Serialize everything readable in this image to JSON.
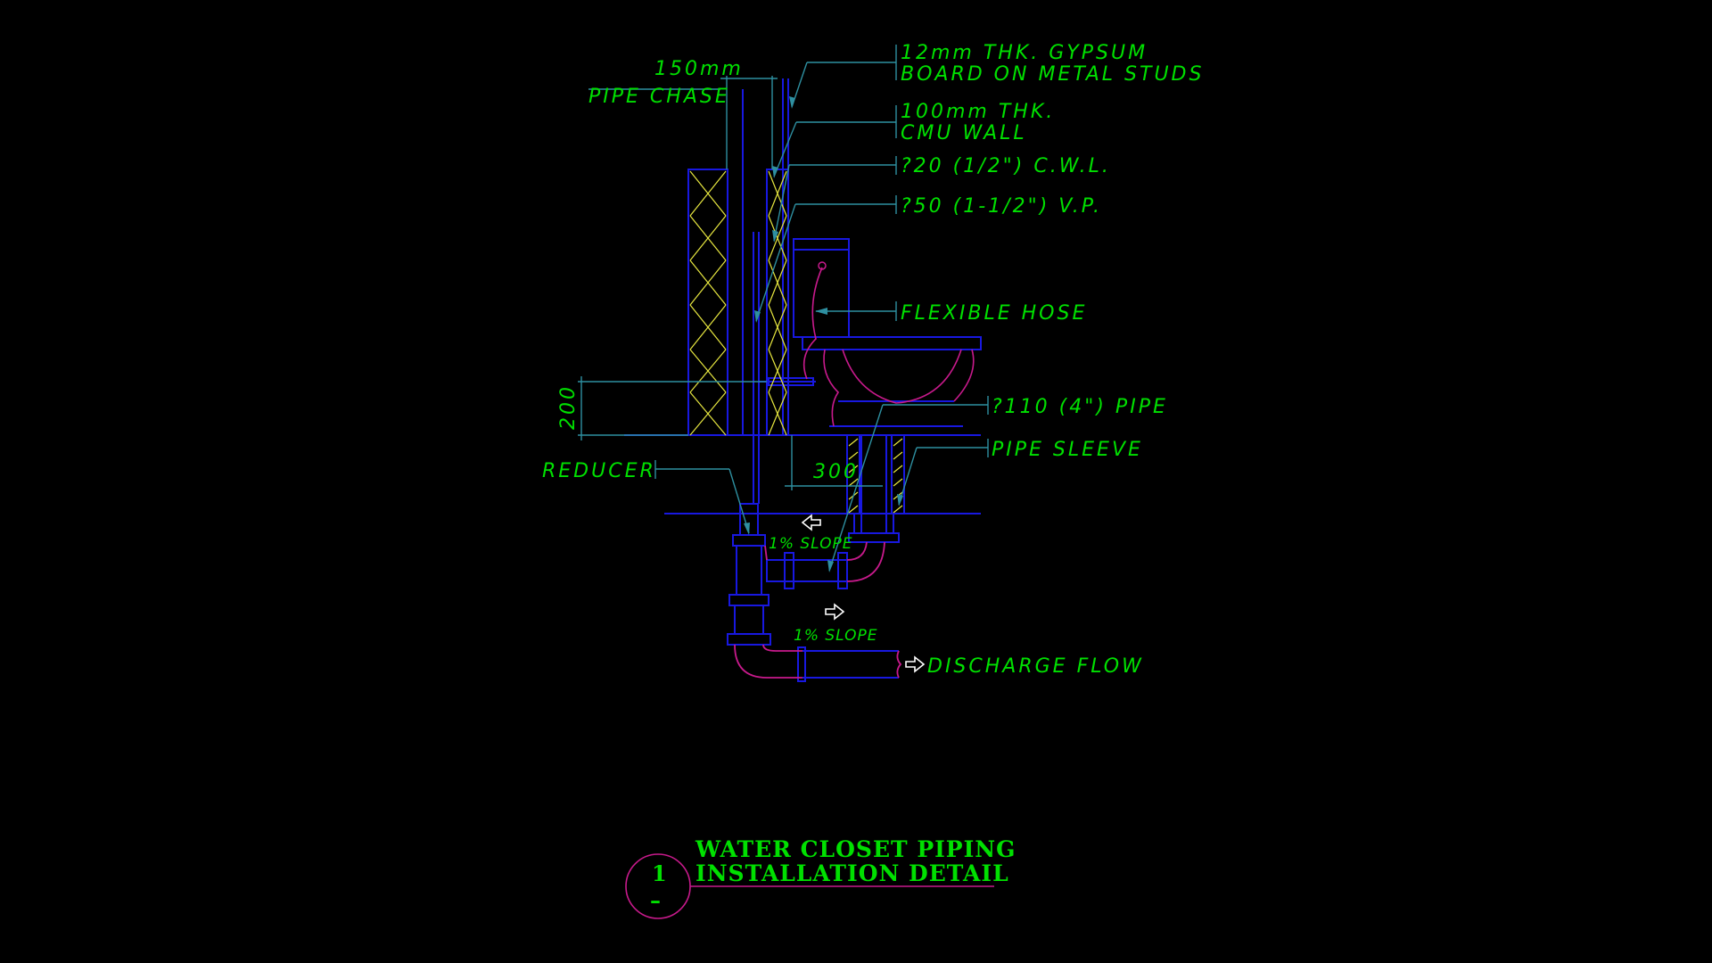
{
  "colors": {
    "background": "#000000",
    "text": "#00e000",
    "structure": "#1818e0",
    "leader": "#2e8fa0",
    "fixture_outline": "#c81a8c",
    "hatch": "#e8e840",
    "arrow": "#ffffff"
  },
  "labels": {
    "chase_width": "150mm",
    "pipe_chase": "PIPE CHASE",
    "gypsum_line1": "12mm THK. GYPSUM",
    "gypsum_line2": "BOARD ON METAL STUDS",
    "cmu_line1": "100mm THK.",
    "cmu_line2": "CMU WALL",
    "cwl": "?20 (1/2\") C.W.L.",
    "vent_pipe": "?50 (1-1/2\") V.P.",
    "flexible_hose": "FLEXIBLE HOSE",
    "pipe_110": "?110 (4\") PIPE",
    "pipe_sleeve": "PIPE SLEEVE",
    "reducer": "REDUCER",
    "dim_200": "200",
    "dim_300": "300",
    "slope_upper": "1% SLOPE",
    "slope_lower": "1% SLOPE",
    "discharge_flow": "DISCHARGE FLOW"
  },
  "title": {
    "line1": "WATER CLOSET PIPING",
    "line2": "INSTALLATION DETAIL",
    "detail_number": "1",
    "sheet_ref": "–"
  }
}
